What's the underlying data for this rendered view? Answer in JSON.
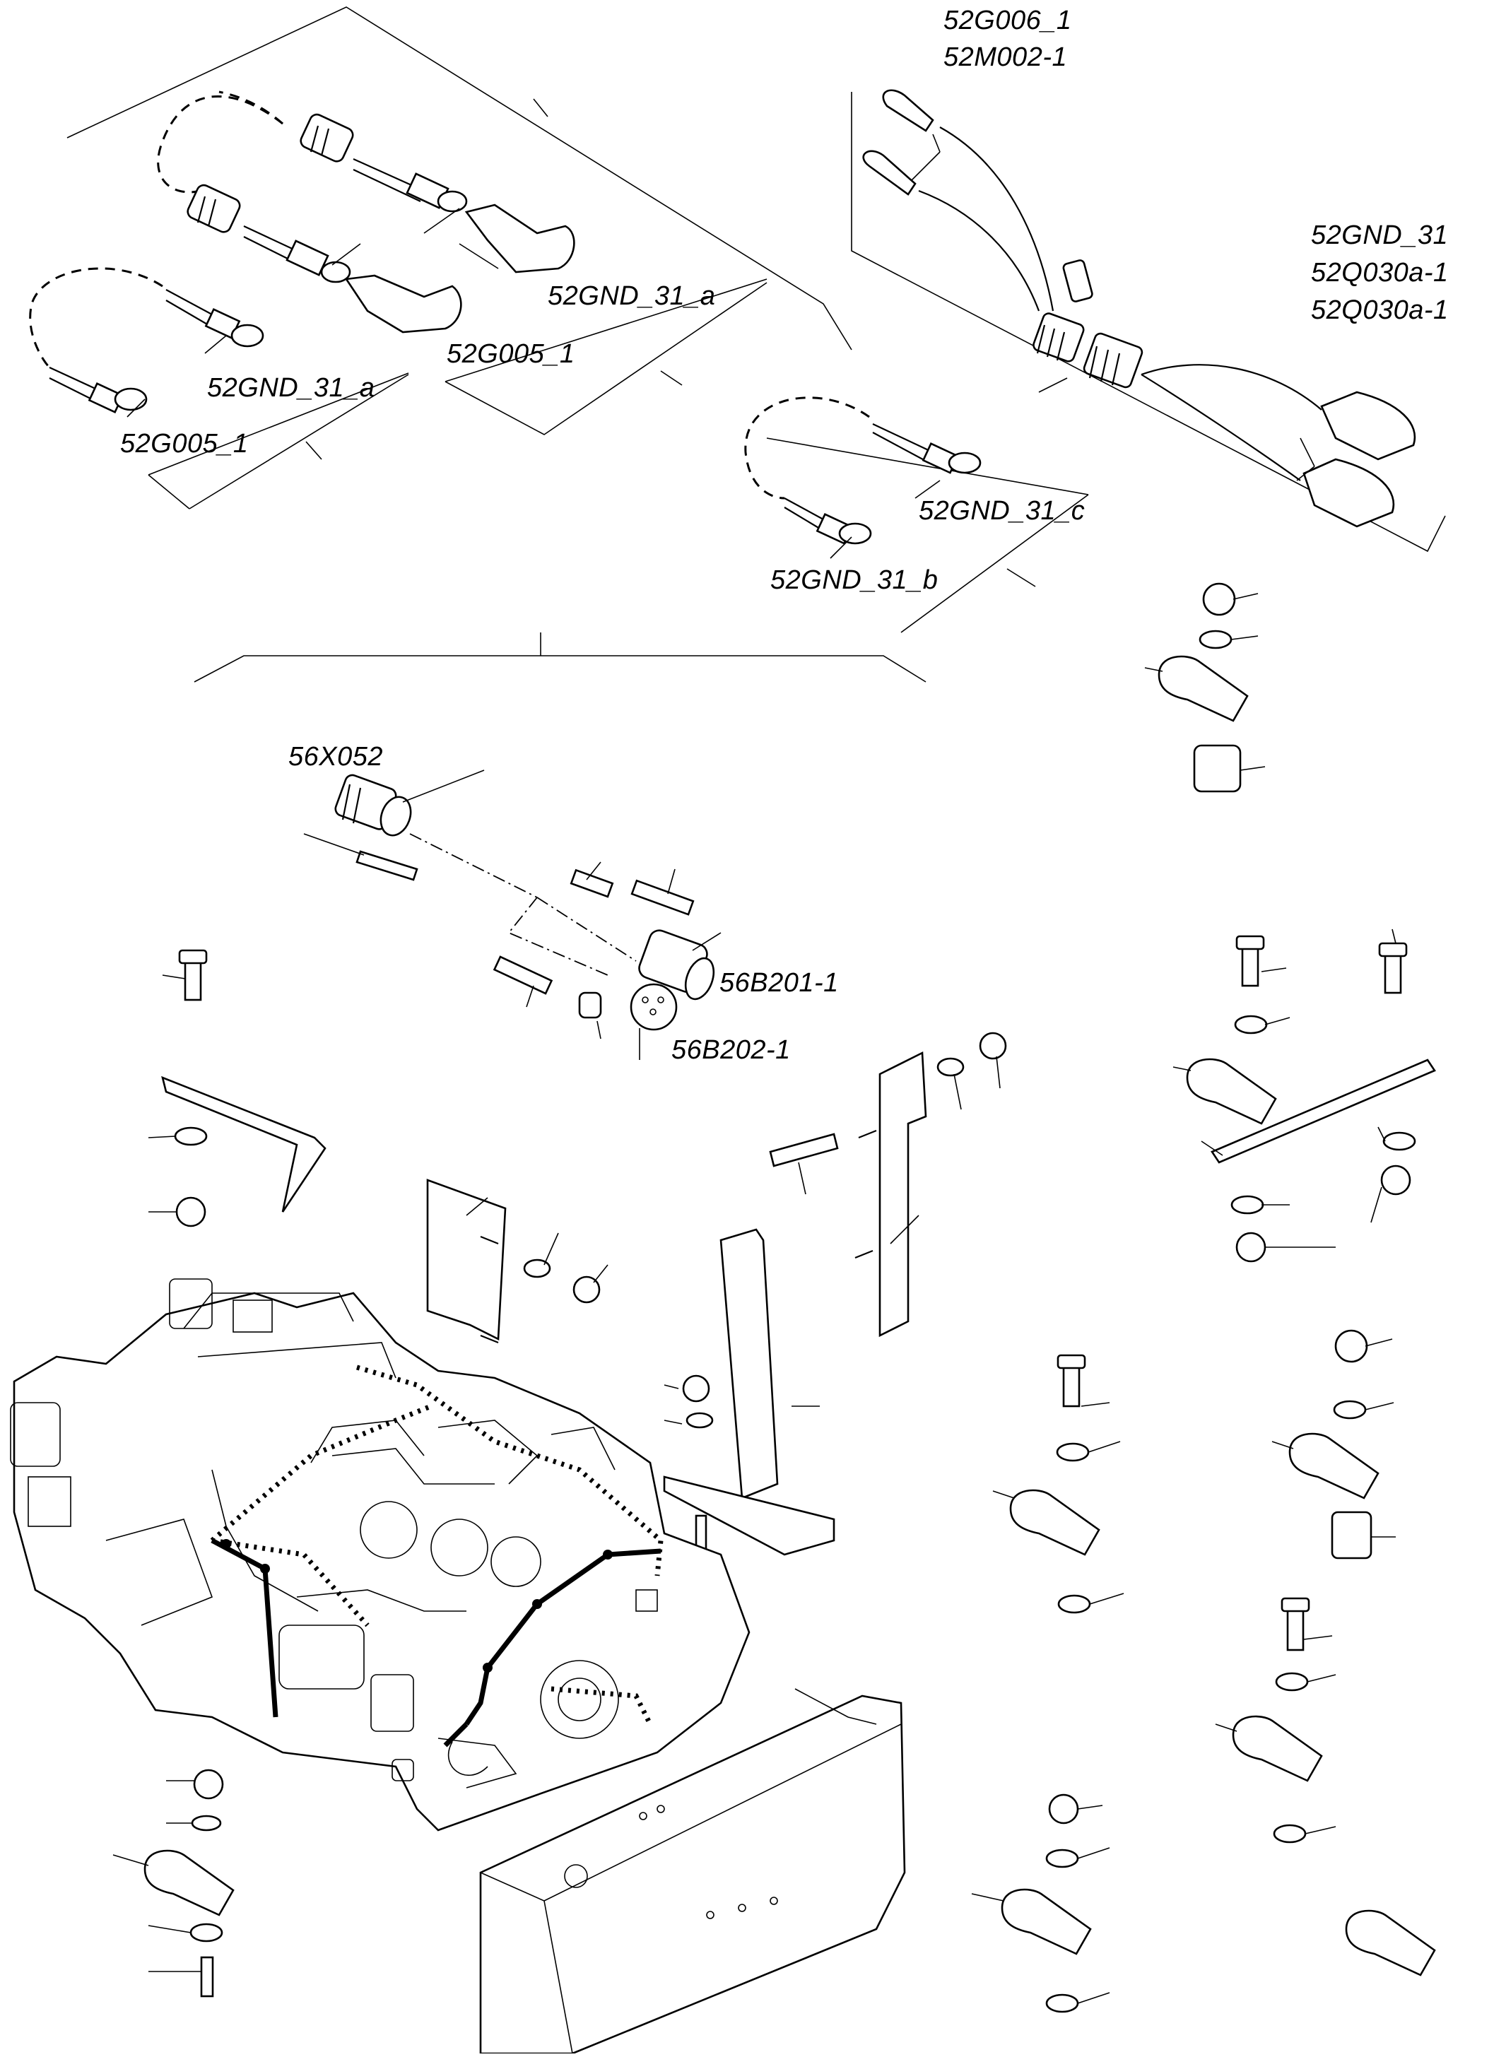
{
  "labels": {
    "g006_1": "52G006_1",
    "m002_1": "52M002-1",
    "gnd_31": "52GND_31",
    "q030a_1_first": "52Q030a-1",
    "q030a_1_second": "52Q030a-1",
    "gnd_31_a_upper": "52GND_31_a",
    "g005_1_upper": "52G005_1",
    "gnd_31_a_lower": "52GND_31_a",
    "g005_1_lower": "52G005_1",
    "gnd_31_c": "52GND_31_c",
    "gnd_31_b": "52GND_31_b",
    "x052": "56X052",
    "b201_1": "56B201-1",
    "b202_1": "56B202-1"
  }
}
